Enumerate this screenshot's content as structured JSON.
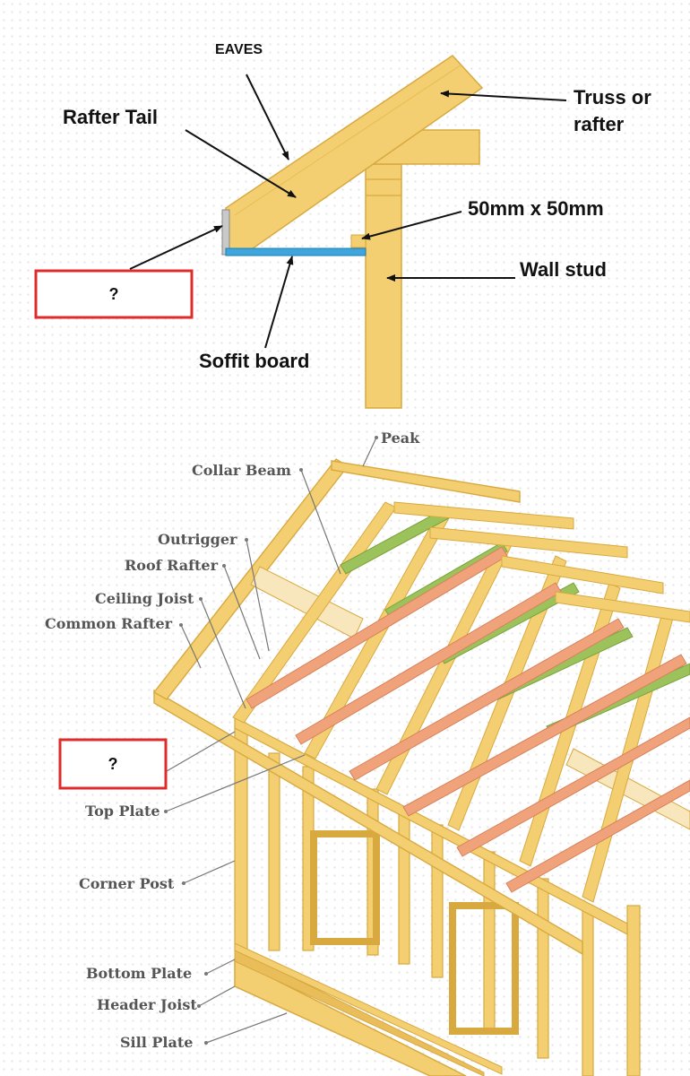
{
  "top_diagram": {
    "eaves": "EAVES",
    "rafter_tail": "Rafter Tail",
    "truss_line1": "Truss or",
    "truss_line2": "rafter",
    "batten": "50mm x 50mm",
    "wall_stud": "Wall stud",
    "soffit": "Soffit board",
    "unknown": "?"
  },
  "bottom_diagram": {
    "peak": "Peak",
    "collar_beam": "Collar Beam",
    "outrigger": "Outrigger",
    "roof_rafter": "Roof Rafter",
    "ceiling_joist": "Ceiling Joist",
    "common_rafter": "Common Rafter",
    "top_plate": "Top Plate",
    "corner_post": "Corner Post",
    "bottom_plate": "Bottom Plate",
    "header_joist": "Header Joist",
    "sill_plate": "Sill Plate",
    "unknown": "?"
  },
  "colors": {
    "timber": "#f3cf72",
    "timber_edge": "#d8a93f",
    "soffit": "#3ea6dd",
    "green_member": "#9cc25b",
    "orange_member": "#f0a27a",
    "cream_member": "#f8e6bd",
    "answer_box": "#e02b2b"
  }
}
